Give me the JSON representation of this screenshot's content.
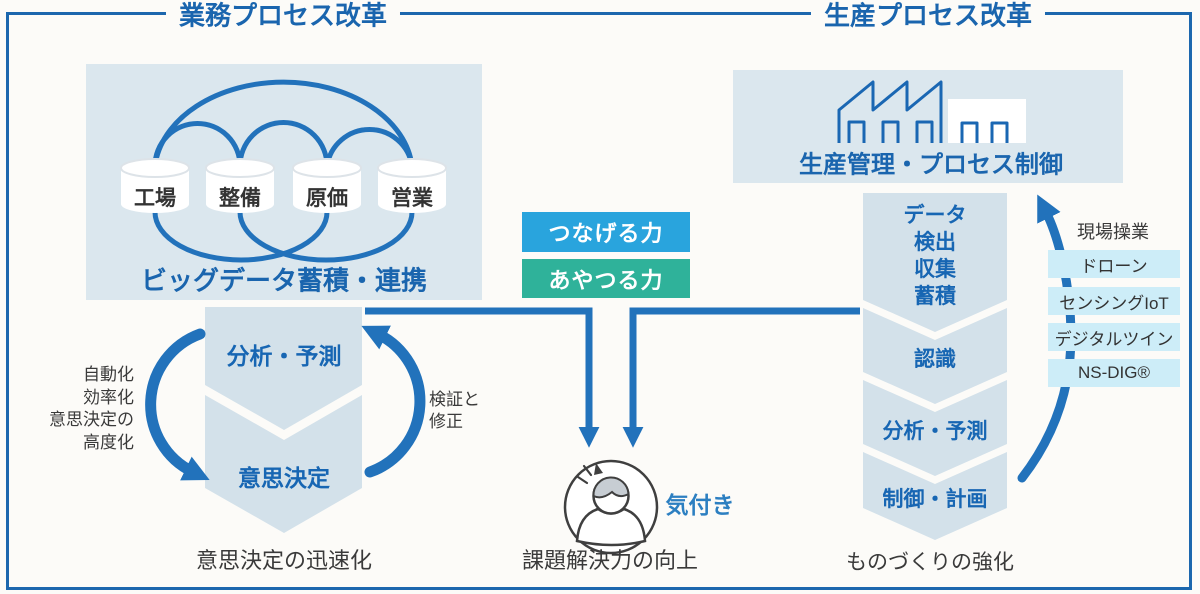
{
  "frame": {
    "left_title": "業務プロセス改革",
    "right_title": "生産プロセス改革"
  },
  "left_section": {
    "bigdata": {
      "databases": [
        "工場",
        "整備",
        "原価",
        "営業"
      ],
      "title": "ビッグデータ蓄積・連携"
    },
    "steps": [
      "分析・予測",
      "意思決定"
    ],
    "cycle_benefits": "自動化\n効率化\n意思決定の\n高度化",
    "verify_label": "検証と\n修正",
    "outcome": "意思決定の迅速化"
  },
  "center_section": {
    "connect_power": "つなげる力",
    "control_power": "あやつる力",
    "awareness": "気付き",
    "outcome": "課題解決力の向上"
  },
  "right_section": {
    "control_box_title": "生産管理・プロセス制御",
    "steps": [
      "データ\n検出\n収集\n蓄積",
      "認識",
      "分析・予測",
      "制御・計画"
    ],
    "field_ops": "現場操業",
    "technologies": [
      "ドローン",
      "センシングIoT",
      "デジタルツイン",
      "NS-DIG®"
    ],
    "outcome": "ものづくりの強化"
  },
  "icons": {
    "database": "database-cylinder-icon",
    "factory": "factory-icon",
    "person": "awareness-person-icon",
    "cycle": "cycle-arrow-icon",
    "down_arrows": "down-arrow-icon",
    "up_curve": "up-curve-arrow-icon"
  },
  "colors": {
    "frame_blue": "#1c67ae",
    "panel_blue": "#dbe7ee",
    "chevron_blue": "#d3e1ea",
    "arrow_blue": "#2272bb",
    "heading_blue": "#1a65ae",
    "connect_cyan": "#29a4dd",
    "control_teal": "#2fb29a",
    "tech_cyan": "#cdedf8",
    "awareness_blue": "#2c7fc1",
    "text_dark": "#3a3a3a"
  }
}
